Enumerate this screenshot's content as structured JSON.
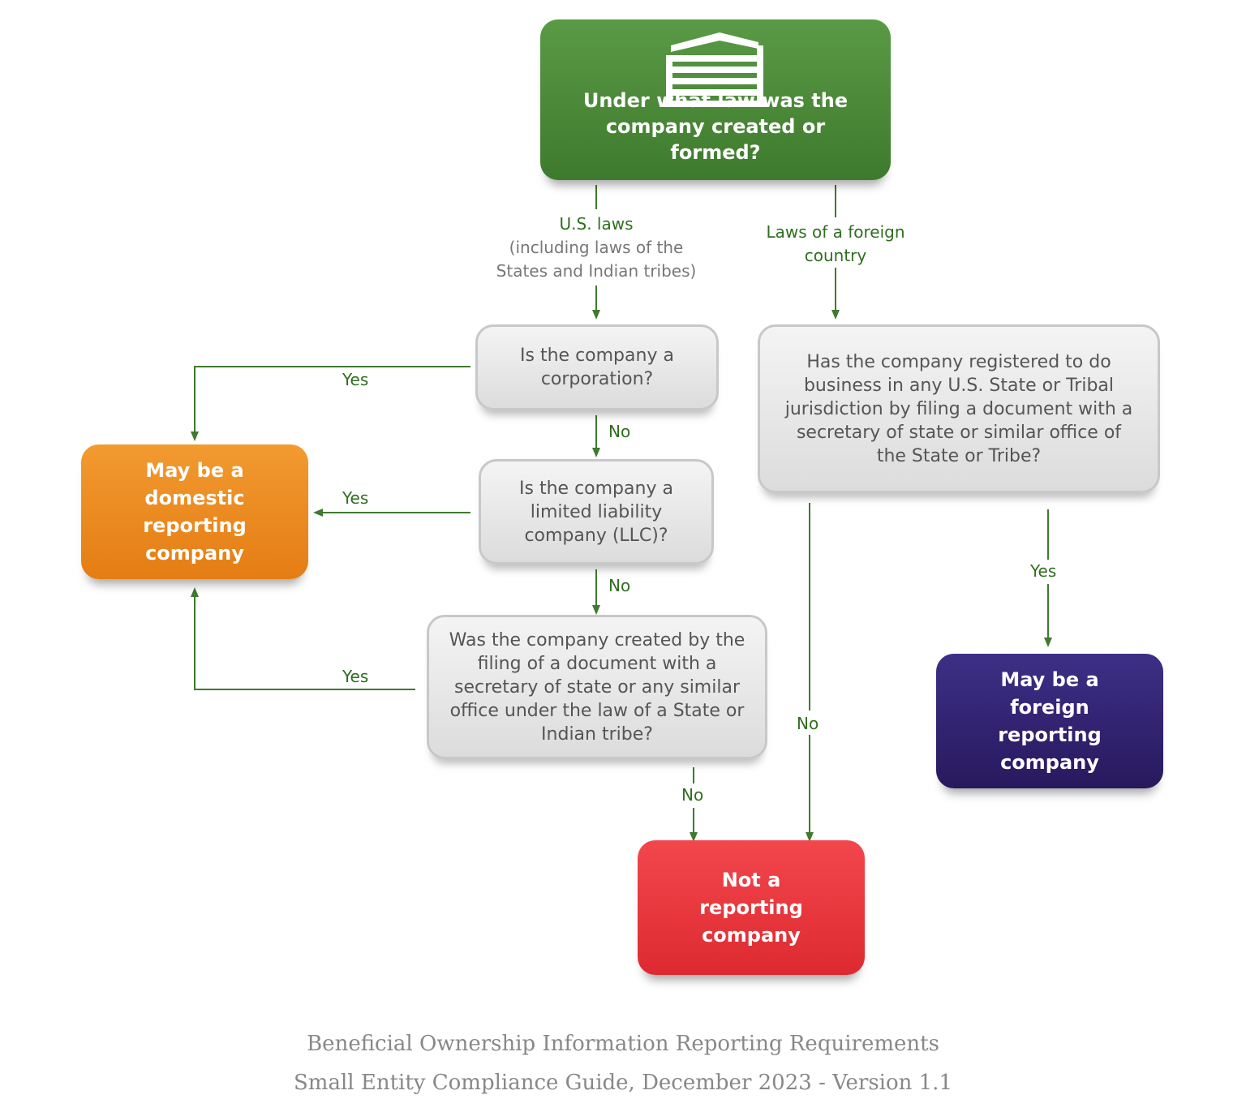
{
  "nodes": {
    "top_question": "Under what law was the company created or formed?",
    "q_corporation": "Is  the company a corporation?",
    "q_llc": "Is the company a limited liability company (LLC)?",
    "q_filing": "Was the company created by the filing of a document with a secretary of state or any similar office under the law of a State or Indian tribe?",
    "q_foreign_registered": "Has the company registered to do business in any U.S. State or Tribal jurisdiction by filing a document with a secretary of state or similar office of the State or Tribe?",
    "domestic_result": "May be a domestic reporting company",
    "foreign_result": "May be a foreign reporting company",
    "not_reporting_result": "Not a reporting company"
  },
  "edge_labels": {
    "us_laws_title": "U.S. laws",
    "us_laws_detail": "(including laws of the States and Indian tribes)",
    "foreign_laws": "Laws of a foreign country",
    "corp_yes": "Yes",
    "corp_no": "No",
    "llc_yes": "Yes",
    "llc_no": "No",
    "filing_yes": "Yes",
    "filing_no": "No",
    "foreign_yes": "Yes",
    "foreign_no": "No"
  },
  "caption": {
    "line1": "Beneficial Ownership Information Reporting Requirements",
    "line2": "Small Entity Compliance Guide, December 2023 - Version 1.1"
  },
  "colors": {
    "green": "#4a8a38",
    "orange": "#ec8a22",
    "purple": "#2f2270",
    "red": "#e8353b",
    "connector": "#3f7a2e"
  },
  "icons": {
    "top_icon": "building-icon"
  }
}
